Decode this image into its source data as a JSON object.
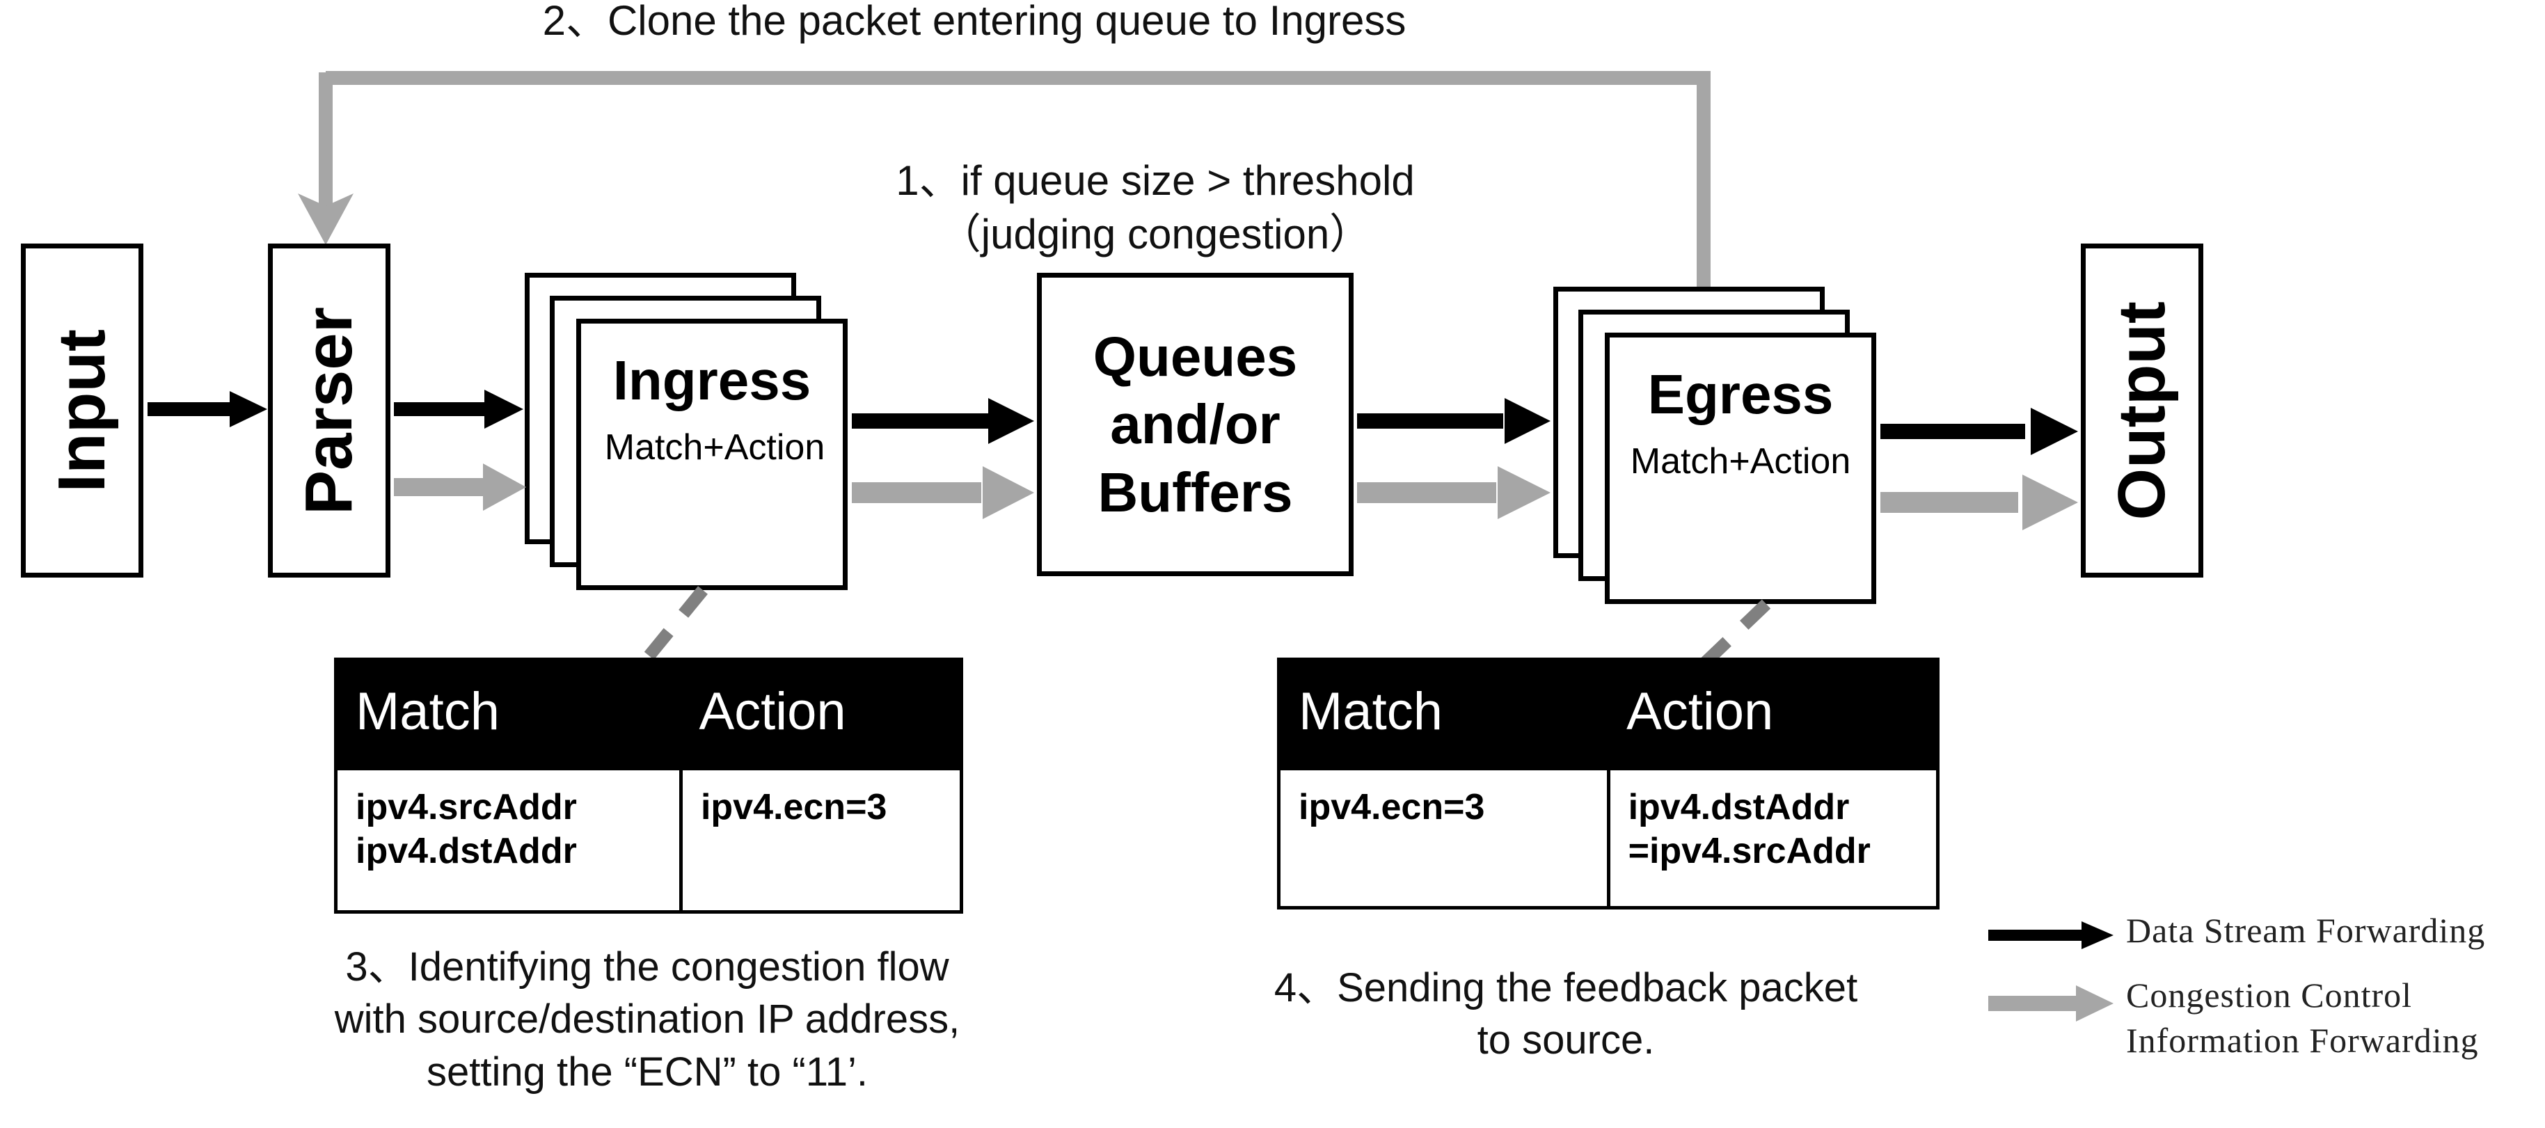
{
  "diagram": {
    "title_note_top": "2、Clone the packet entering queue to Ingress",
    "note_queue": "1、if queue size > threshold\n（judging congestion）",
    "pipeline": [
      {
        "id": "input",
        "label": "Input",
        "orientation": "vertical"
      },
      {
        "id": "parser",
        "label": "Parser",
        "orientation": "vertical"
      },
      {
        "id": "ingress",
        "label": "Ingress",
        "sublabel": "Match+Action",
        "stacked": true
      },
      {
        "id": "queues",
        "label": "Queues\nand/or\nBuffers"
      },
      {
        "id": "egress",
        "label": "Egress",
        "sublabel": "Match+Action",
        "stacked": true
      },
      {
        "id": "output",
        "label": "Output",
        "orientation": "vertical"
      }
    ],
    "tables": [
      {
        "id": "ingress-table",
        "headers": [
          "Match",
          "Action"
        ],
        "rows": [
          [
            "ipv4.srcAddr\nipv4.dstAddr",
            "ipv4.ecn=3"
          ]
        ]
      },
      {
        "id": "egress-table",
        "headers": [
          "Match",
          "Action"
        ],
        "rows": [
          [
            "ipv4.ecn=3",
            "ipv4.dstAddr\n=ipv4.srcAddr"
          ]
        ]
      }
    ],
    "captions": {
      "step3": "3、Identifying the congestion flow\nwith source/destination IP address,\nsetting the “ECN” to “11’.",
      "step4": "4、Sending the feedback packet\nto source."
    },
    "legend": {
      "items": [
        {
          "id": "data-stream",
          "label": "Data Stream Forwarding",
          "color": "#000000"
        },
        {
          "id": "congestion",
          "label": "Congestion Control\nInformation Forwarding",
          "color": "#a6a6a6"
        }
      ]
    },
    "colors": {
      "black": "#000000",
      "gray": "#a6a6a6",
      "dashed_gray": "#808080",
      "background": "#ffffff"
    }
  }
}
